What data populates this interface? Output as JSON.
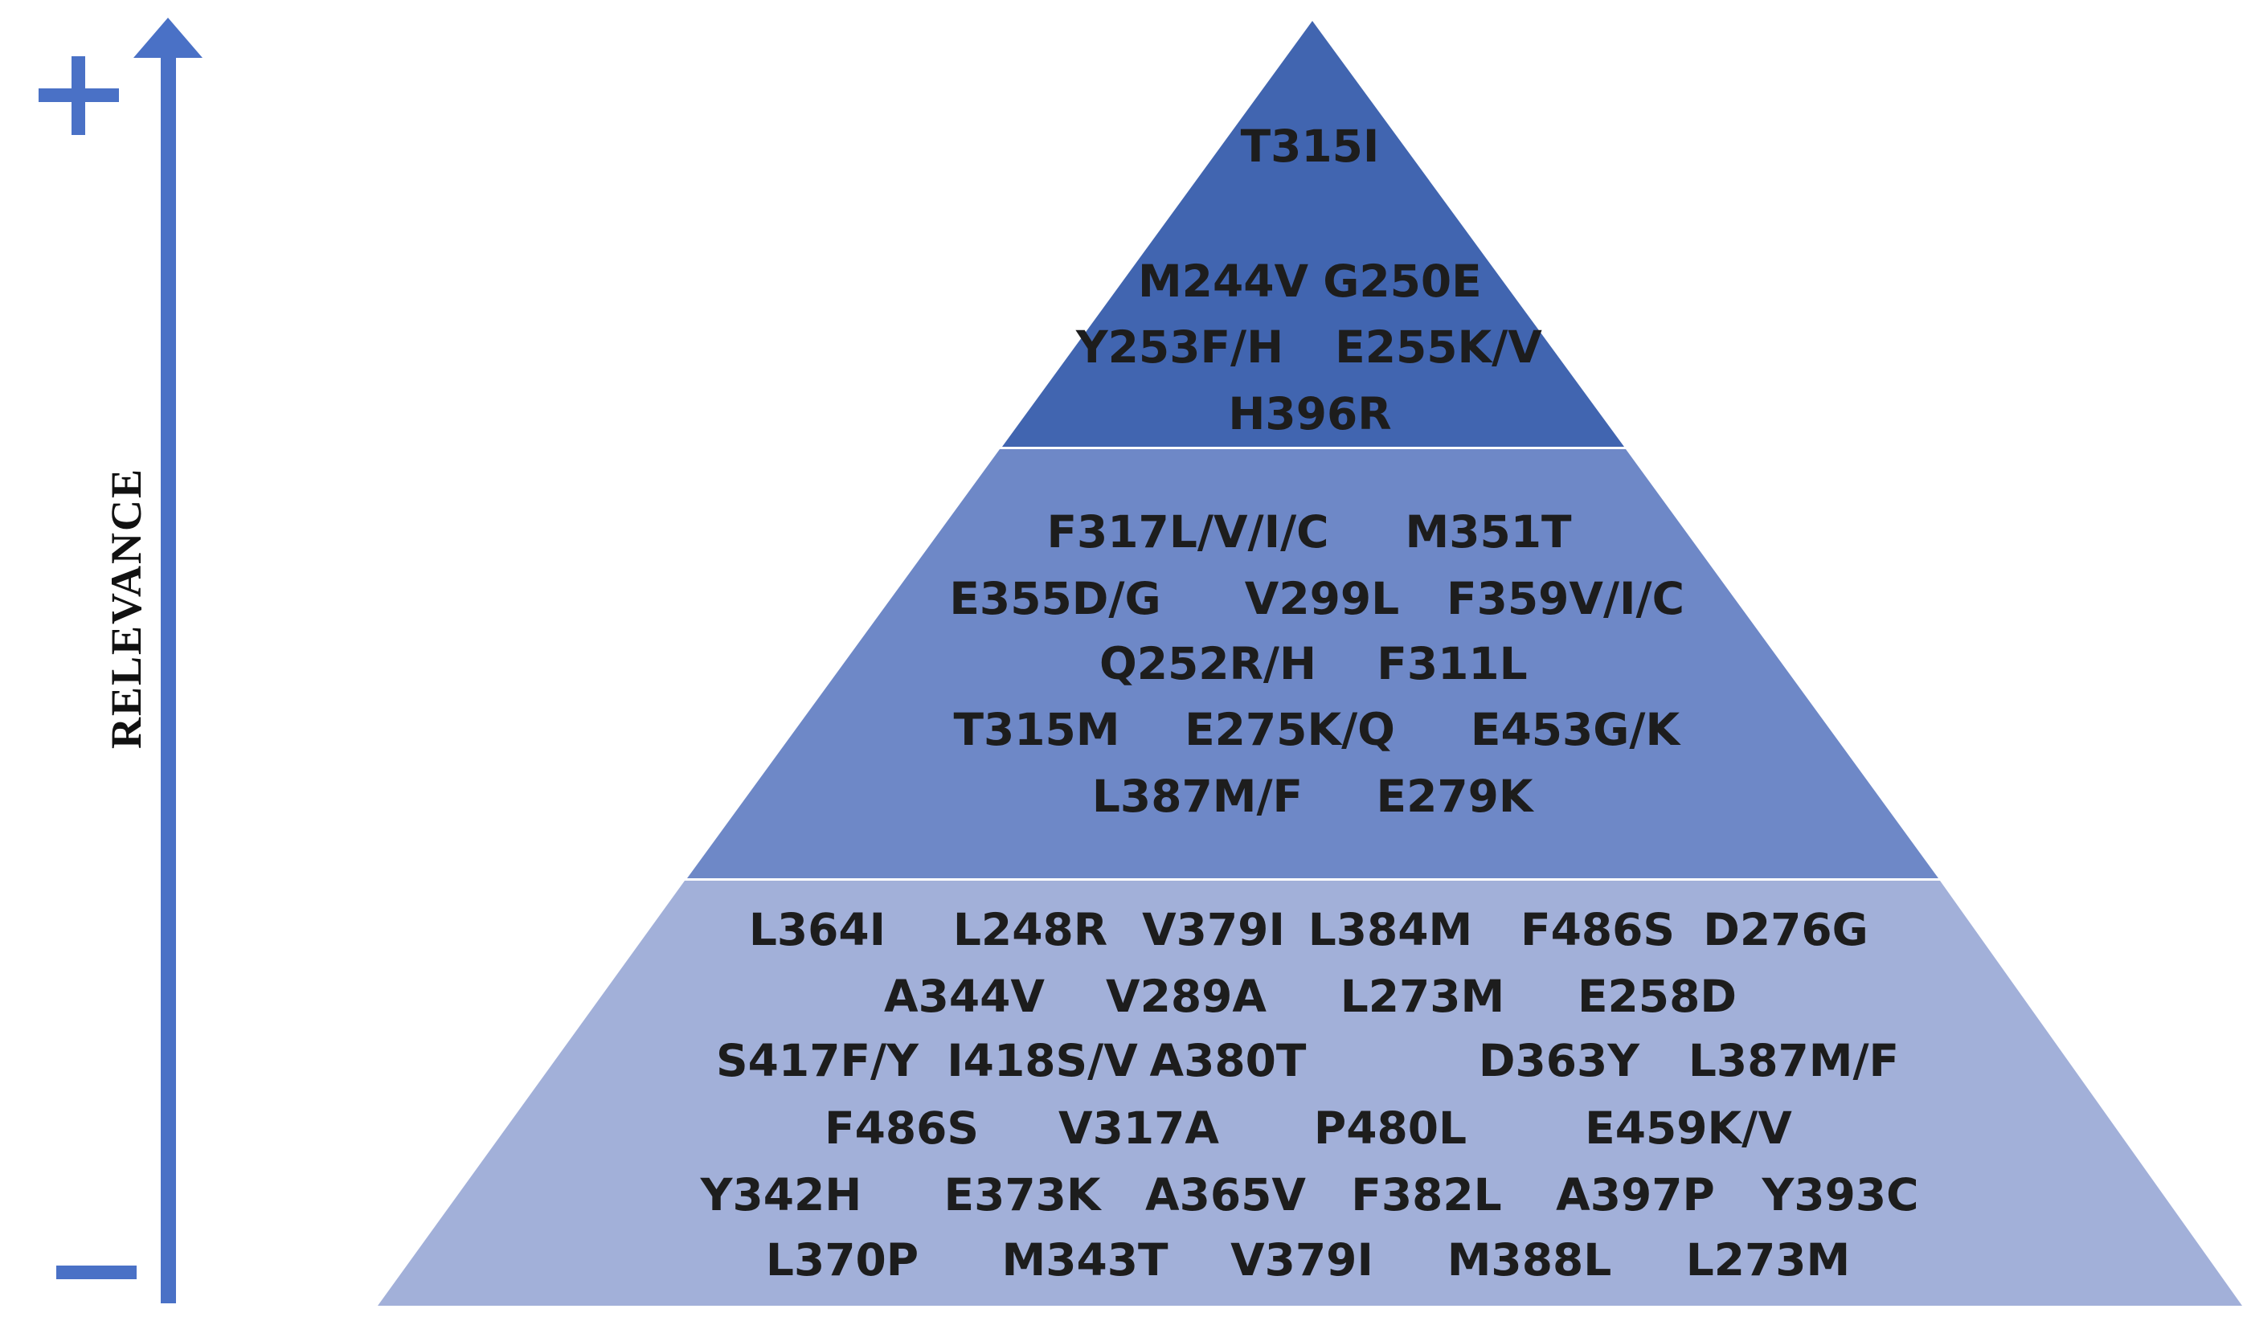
{
  "axis": {
    "label": "RELEVANCE",
    "high_symbol": "+",
    "low_symbol": "−",
    "color": "#4a71c6"
  },
  "tiers": [
    {
      "color": "#4165b0",
      "rows": [
        [
          "T315I"
        ],
        [
          "M244V",
          "G250E"
        ],
        [
          "Y253F/H",
          "E255K/V"
        ],
        [
          "H396R"
        ]
      ]
    },
    {
      "color": "#6e88c7",
      "rows": [
        [
          "F317L/V/I/C",
          "M351T"
        ],
        [
          "E355D/G",
          "V299L",
          "F359V/I/C"
        ],
        [
          "Q252R/H",
          "F311L"
        ],
        [
          "T315M",
          "E275K/Q",
          "E453G/K"
        ],
        [
          "L387M/F",
          "E279K"
        ]
      ]
    },
    {
      "color": "#a2b0d9",
      "rows": [
        [
          "L364I",
          "L248R",
          "V379I",
          "L384M",
          "F486S",
          "D276G"
        ],
        [
          "A344V",
          "V289A",
          "L273M",
          "E258D"
        ],
        [
          "S417F/Y",
          "I418S/V",
          "A380T",
          "D363Y",
          "L387M/F"
        ],
        [
          "F486S",
          "V317A",
          "P480L",
          "E459K/V"
        ],
        [
          "Y342H",
          "E373K",
          "A365V",
          "F382L",
          "A397P",
          "Y393C"
        ],
        [
          "L370P",
          "M343T",
          "V379I",
          "M388L",
          "L273M"
        ]
      ]
    }
  ]
}
